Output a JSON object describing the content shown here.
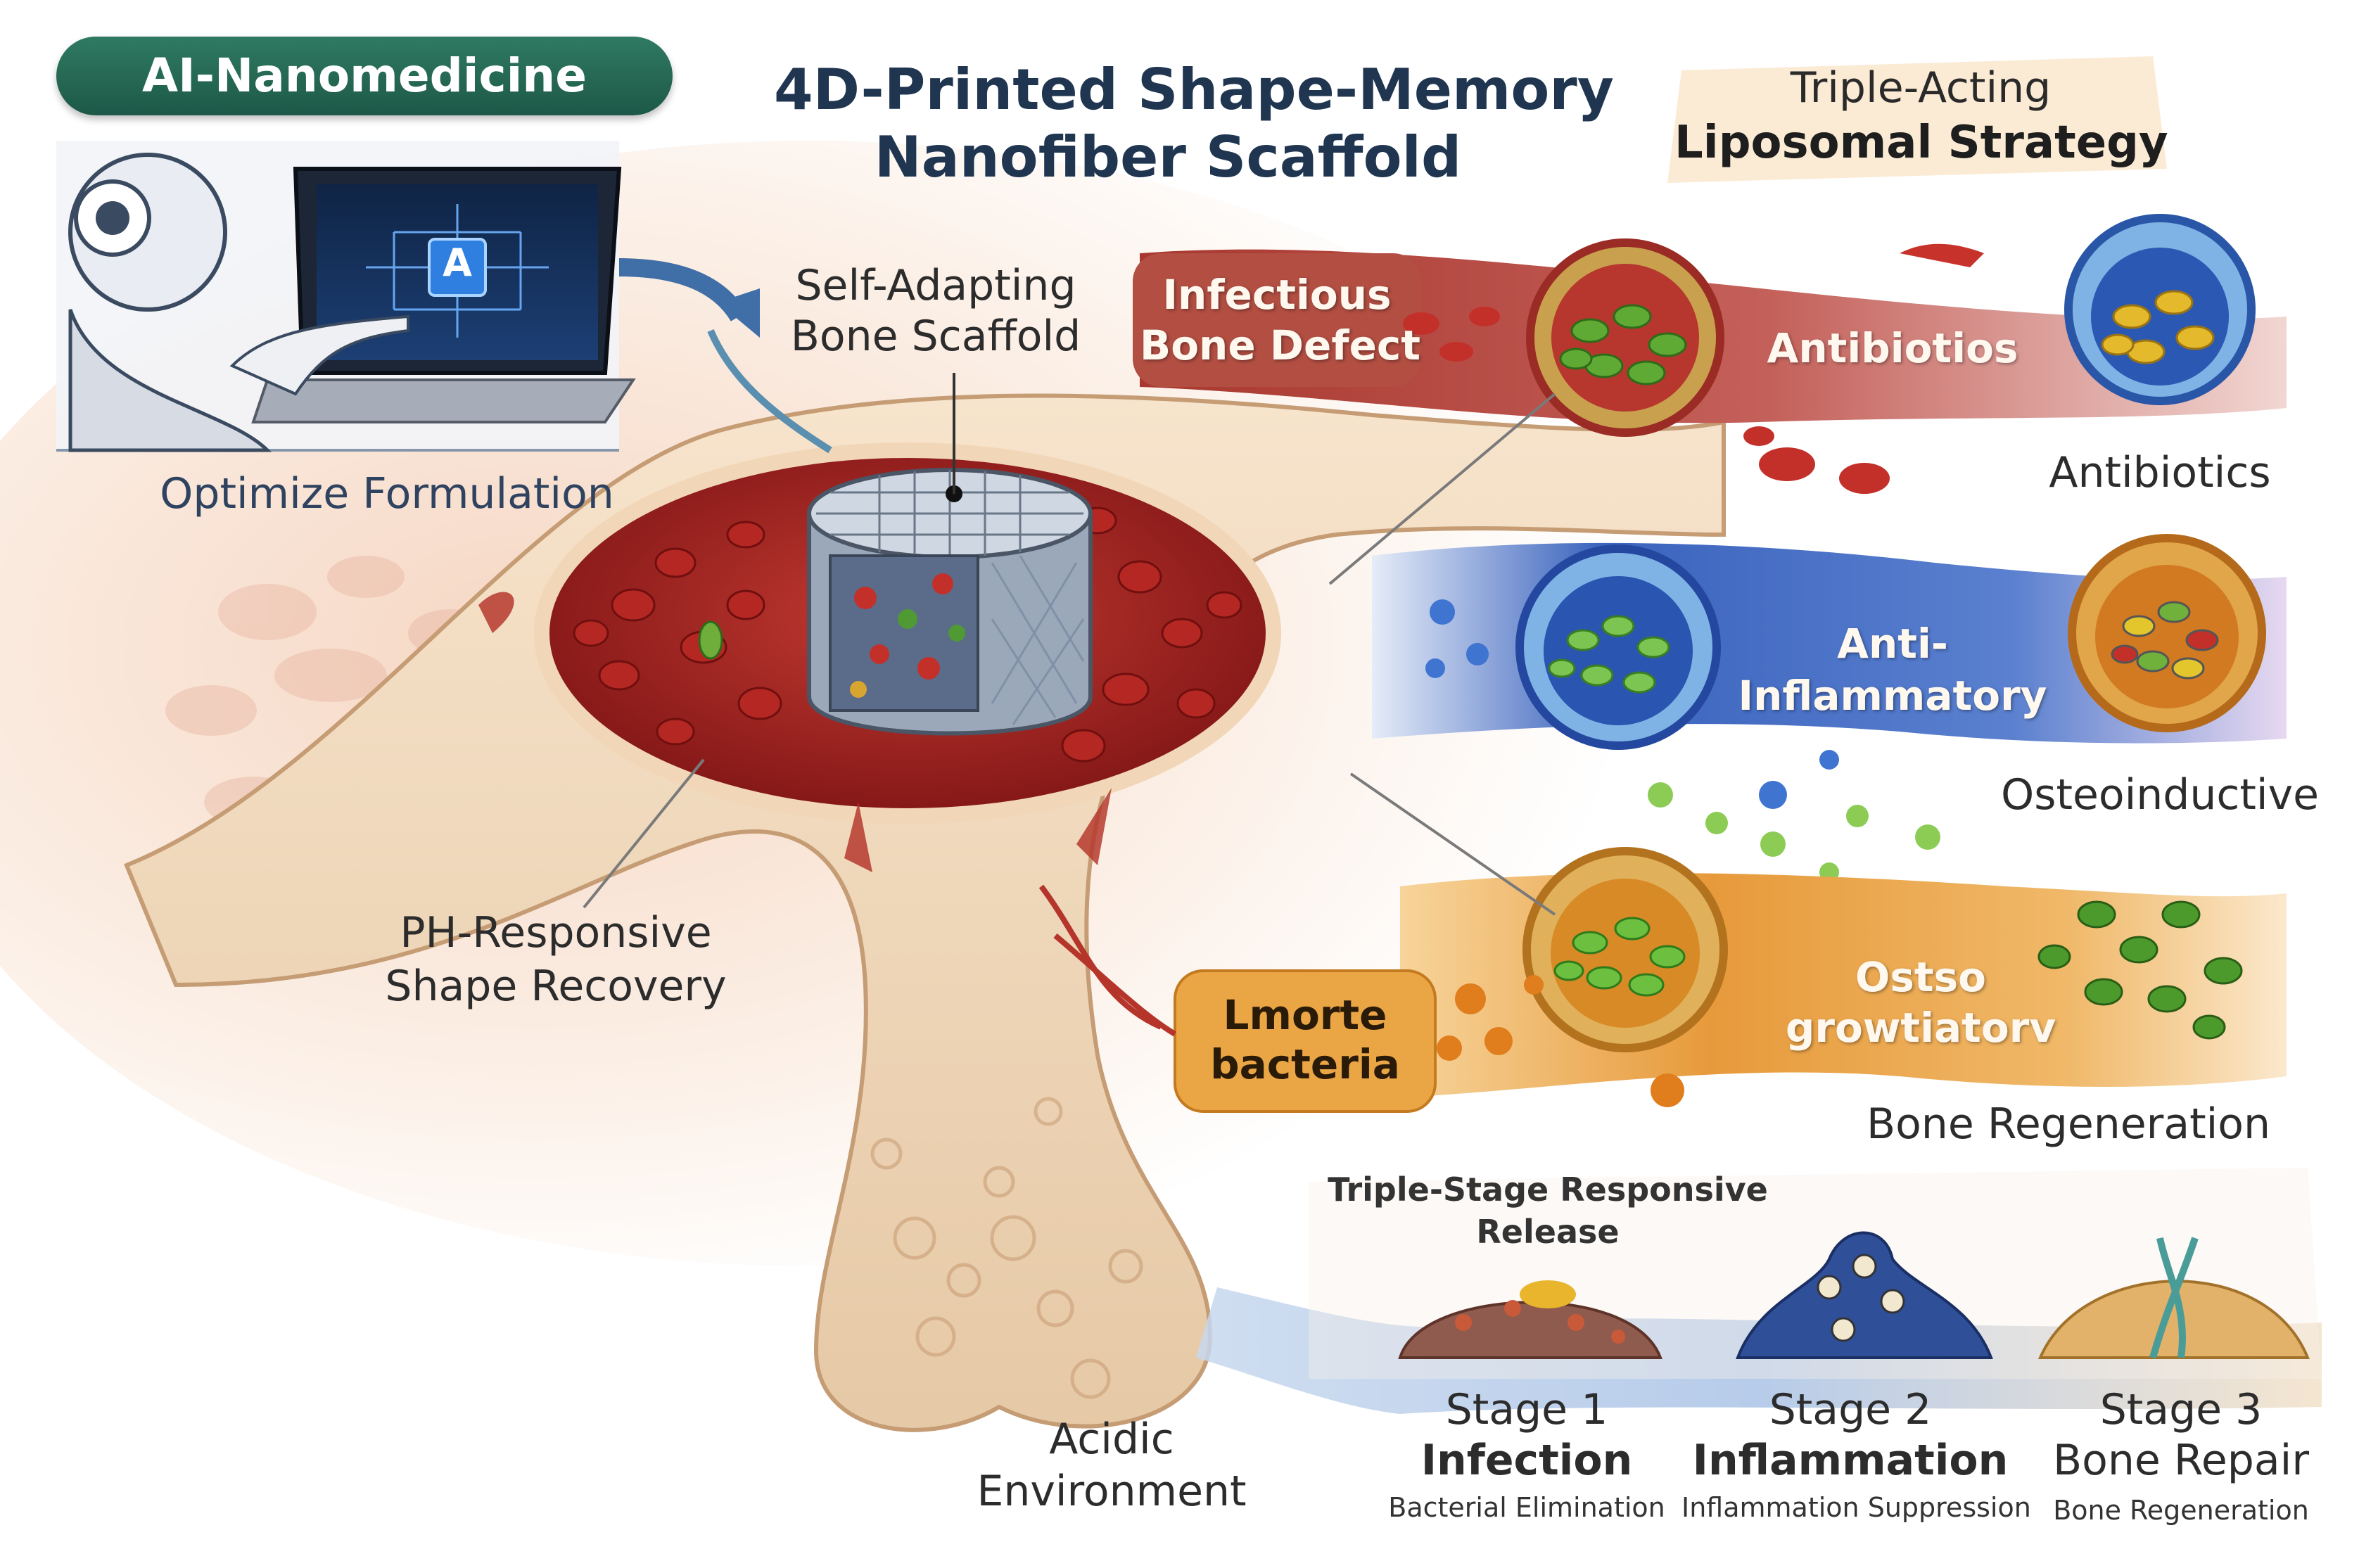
{
  "header": {
    "badge": "AI-Nanomedicine",
    "title_line1": "4D-Printed Shape-Memory",
    "title_line2": "Nanofiber Scaffold",
    "strategy_line1": "Triple-Acting",
    "strategy_line2": "Liposomal Strategy"
  },
  "ai_panel": {
    "chip_letter": "A",
    "caption": "Optimize Formulation"
  },
  "scaffold": {
    "label_line1": "Self-Adapting",
    "label_line2": "Bone Scaffold",
    "ph_line1": "PH-Responsive",
    "ph_line2": "Shape Recovery",
    "acid_line1": "Acidic",
    "acid_line2": "Environment"
  },
  "bands": {
    "infectious_line1": "Infectious",
    "infectious_line2": "Bone Defect",
    "antibiotics_band": "Antibiotios",
    "antibiotics_label": "Antibiotics",
    "anti_line1": "Anti-",
    "anti_line2": "Inflammatory",
    "osteoinductive_label": "Osteoinductive",
    "lmorte_line1": "Lmorte",
    "lmorte_line2": "bacteria",
    "ostso_line1": "Ostso",
    "ostso_line2": "growtiatorv",
    "regeneration_label": "Bone Regeneration"
  },
  "release": {
    "title_line1": "Triple-Stage Responsive",
    "title_line2": "Release",
    "stages": [
      {
        "num": "Stage 1",
        "name": "Infection",
        "desc": "Bacterial Elimination"
      },
      {
        "num": "Stage 2",
        "name": "Inflammation",
        "desc": "Inflammation Suppression"
      },
      {
        "num": "Stage 3",
        "name": "Bone Repair",
        "desc": "Bone Regeneration"
      }
    ]
  },
  "colors": {
    "badge_green": "#1d5847",
    "title_navy": "#1f3550",
    "red_band": "#b5473c",
    "blue_band": "#3560b8",
    "orange_band": "#e08a2c",
    "marrow_red": "#9e1f1f",
    "bone_cream": "#f3dfc6"
  }
}
